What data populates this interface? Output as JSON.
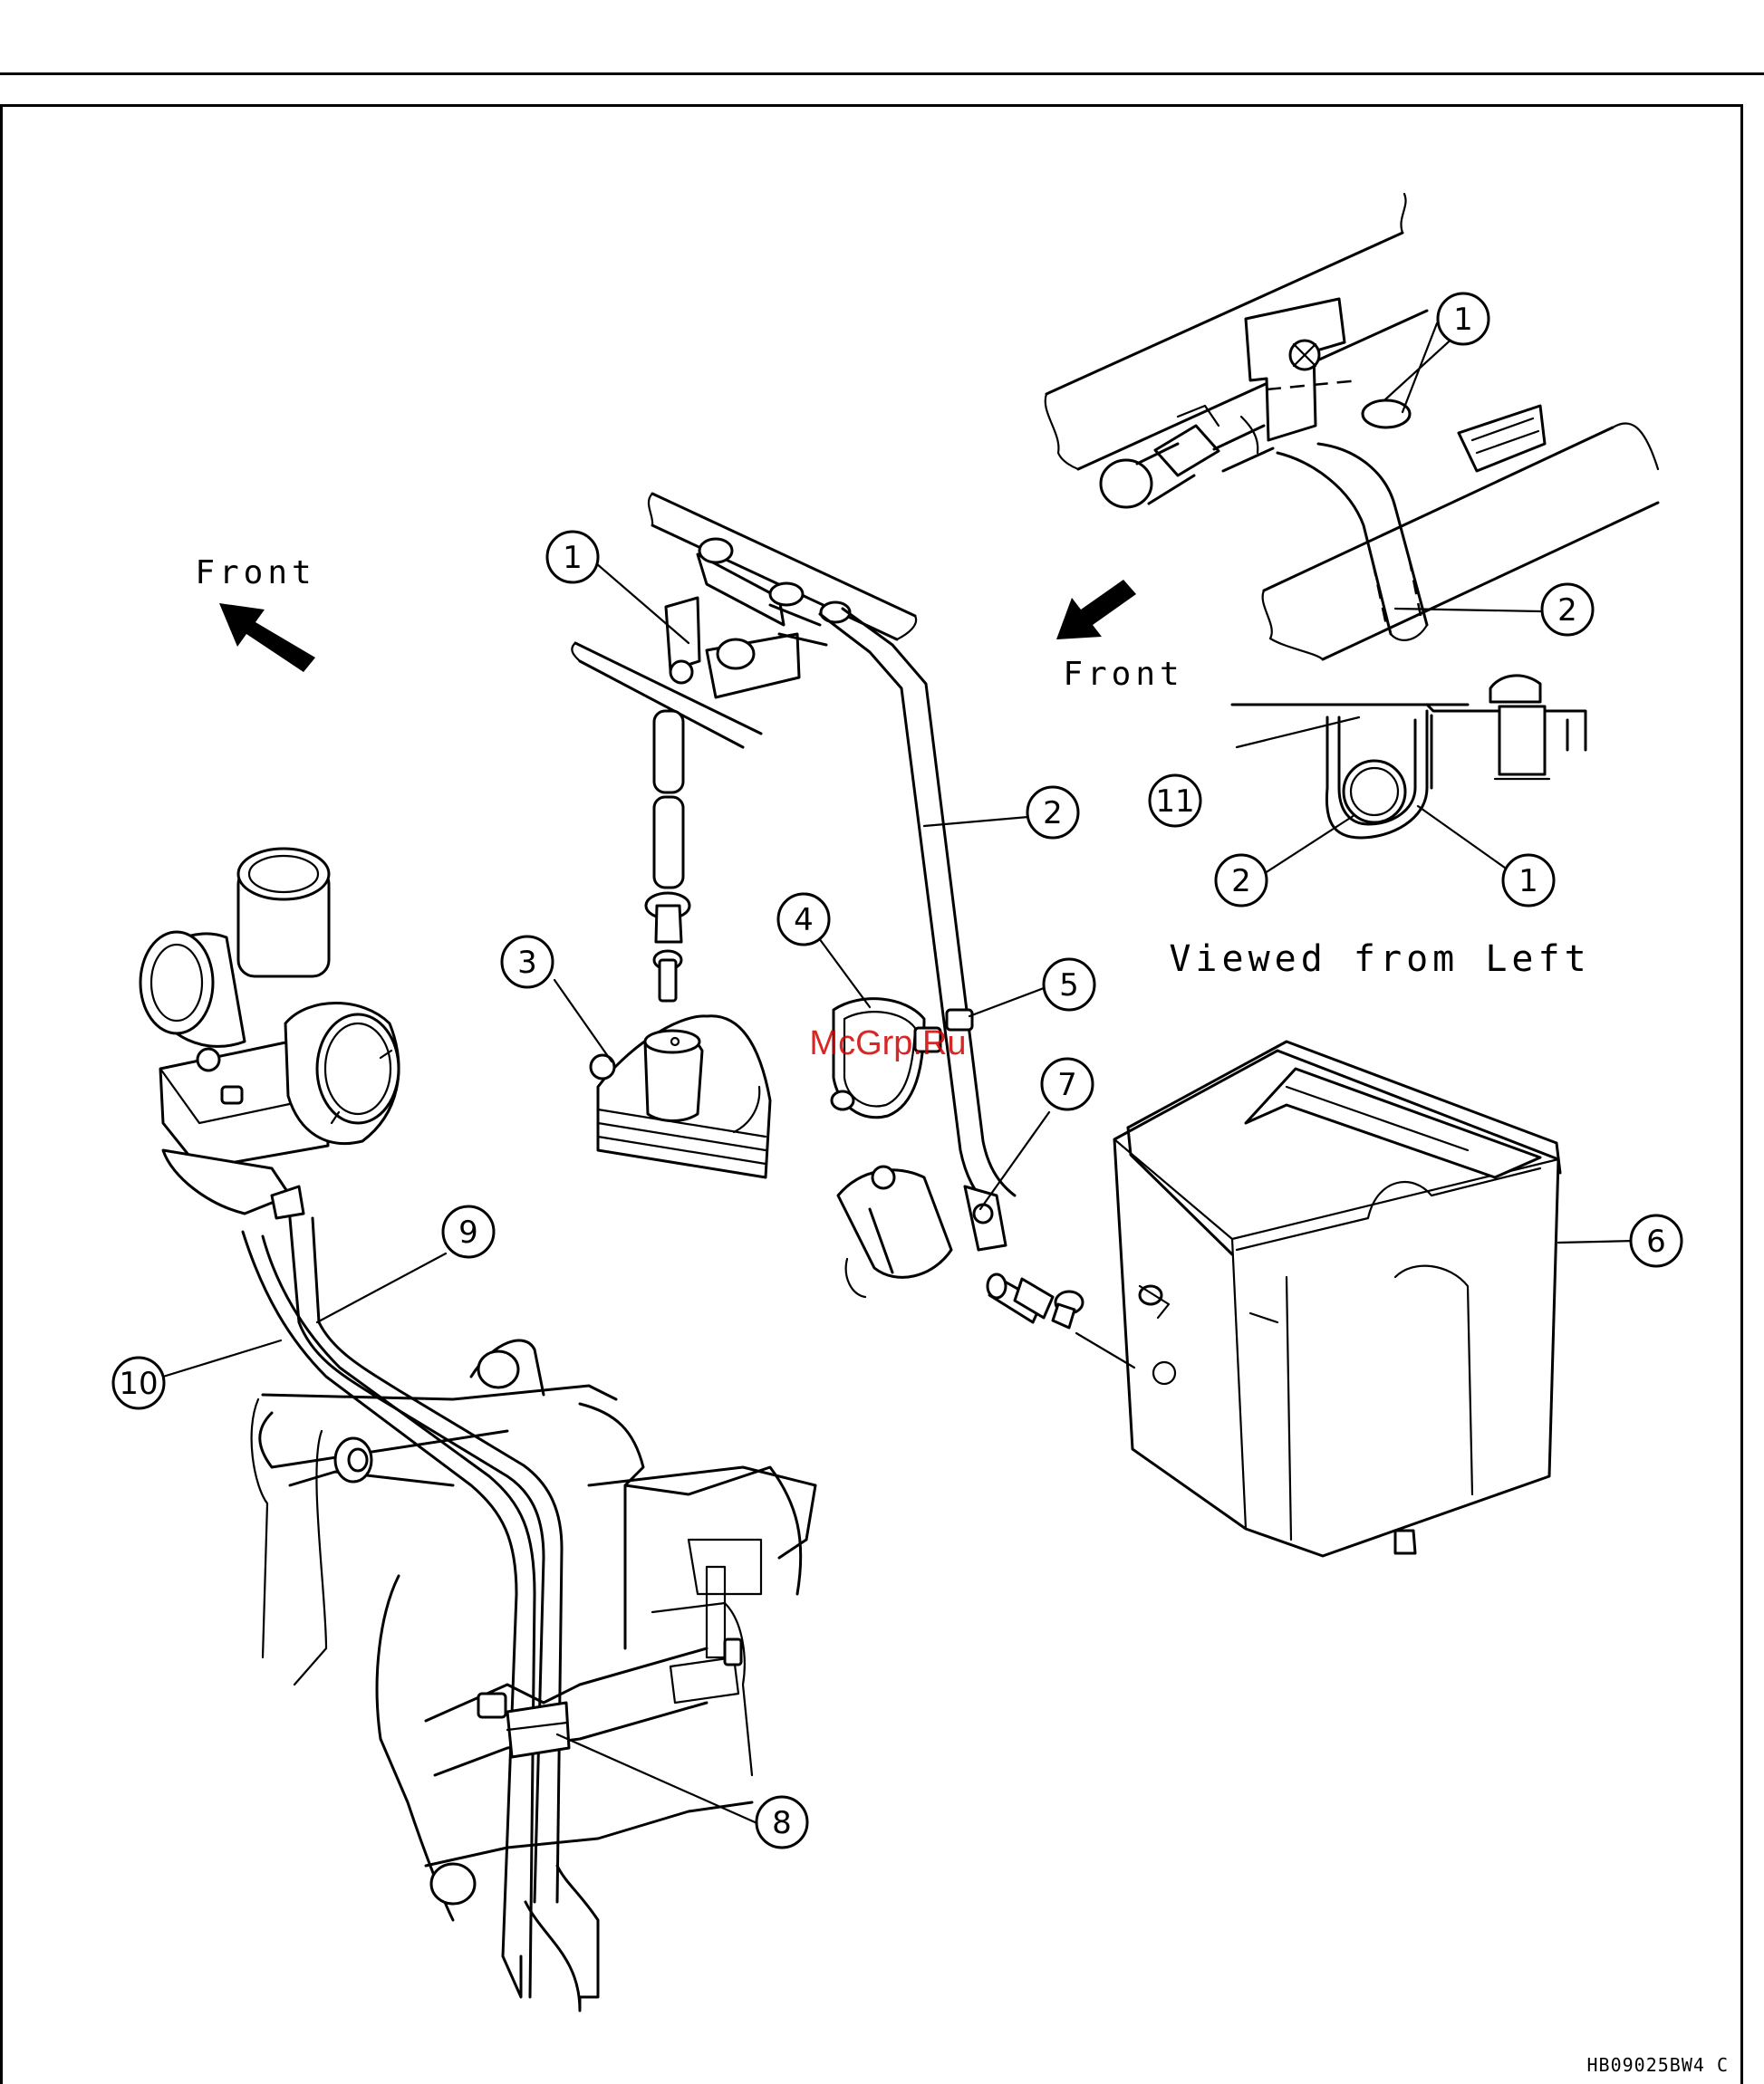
{
  "labels": {
    "front_left": "Front",
    "front_right": "Front",
    "viewed_from": "Viewed from Left",
    "figure_code": "HB09025BW4 C",
    "watermark": "McGrp.Ru"
  },
  "callouts": {
    "c1_top": "1",
    "c1_mid": "1",
    "c1_detail": "1",
    "c2_top": "2",
    "c2_mid": "2",
    "c2_detail": "2",
    "c3": "3",
    "c4": "4",
    "c5": "5",
    "c6": "6",
    "c7": "7",
    "c8": "8",
    "c9": "9",
    "c10": "10",
    "c11": "11"
  },
  "colors": {
    "ink": "#000000",
    "watermark": "#d00000",
    "paper": "#ffffff"
  }
}
